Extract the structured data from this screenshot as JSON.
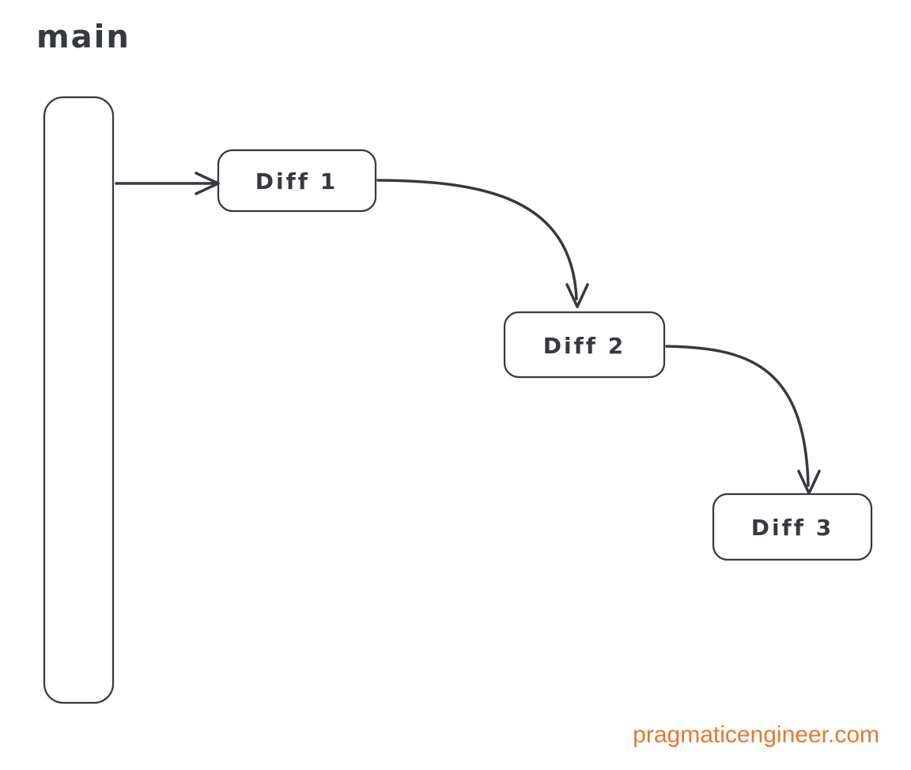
{
  "diagram": {
    "branch_label": "main",
    "nodes": [
      {
        "id": "diff-1",
        "label": "Diff 1"
      },
      {
        "id": "diff-2",
        "label": "Diff 2"
      },
      {
        "id": "diff-3",
        "label": "Diff 3"
      }
    ],
    "edges": [
      {
        "from": "main",
        "to": "diff-1"
      },
      {
        "from": "diff-1",
        "to": "diff-2"
      },
      {
        "from": "diff-2",
        "to": "diff-3"
      }
    ]
  },
  "footer": {
    "watermark": "pragmaticengineer.com"
  },
  "colors": {
    "ink": "#343a40",
    "background": "#ffffff",
    "accent_orange": "#e8772e"
  }
}
